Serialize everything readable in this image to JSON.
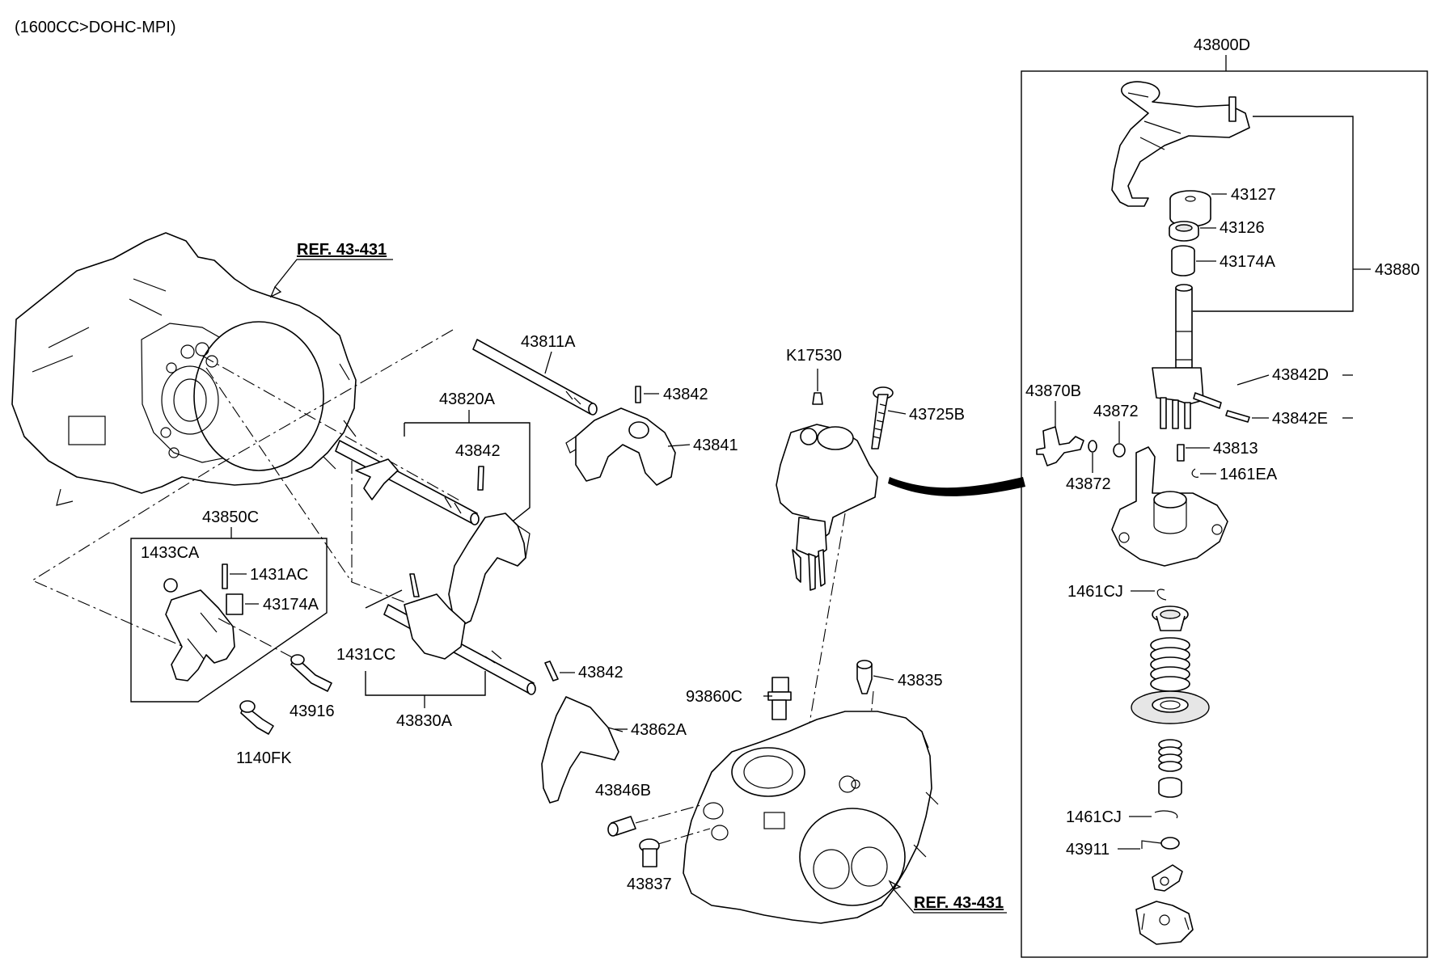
{
  "header": {
    "engine_label": "(1600CC>DOHC-MPI)"
  },
  "refs": {
    "top": "REF. 43-431",
    "bottom": "REF. 43-431"
  },
  "labels": {
    "p43800D": "43800D",
    "p43127": "43127",
    "p43126": "43126",
    "p43174A_r": "43174A",
    "p43880": "43880",
    "p43842D": "43842D",
    "p43842E": "43842E",
    "p43870B": "43870B",
    "p43872_a": "43872",
    "p43872_b": "43872",
    "p43813": "43813",
    "p1461EA": "1461EA",
    "p1461CJ_a": "1461CJ",
    "p1461CJ_b": "1461CJ",
    "p43911": "43911",
    "pK17530": "K17530",
    "p43725B": "43725B",
    "p43811A": "43811A",
    "p43842_a": "43842",
    "p43841": "43841",
    "p43820A": "43820A",
    "p43842_b": "43842",
    "p43850C": "43850C",
    "p1433CA": "1433CA",
    "p1431AC": "1431AC",
    "p43174A_l": "43174A",
    "p1431CC": "1431CC",
    "p43916": "43916",
    "p1140FK": "1140FK",
    "p43830A": "43830A",
    "p43842_c": "43842",
    "p43862A": "43862A",
    "p93860C": "93860C",
    "p43835": "43835",
    "p43846B": "43846B",
    "p43837": "43837"
  },
  "icons": {
    "transmission_case": "transmission-case-icon",
    "control_housing": "shift-control-housing-icon",
    "shift_rail": "shift-rail-icon",
    "shift_fork": "shift-fork-icon",
    "spring": "coil-spring-icon",
    "bolt": "bolt-icon"
  }
}
